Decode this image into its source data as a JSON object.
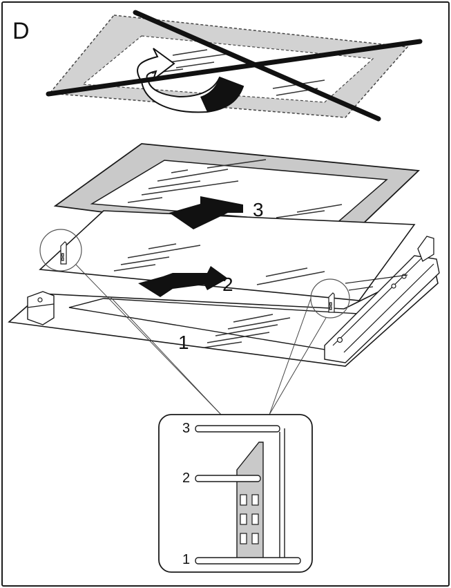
{
  "figure": {
    "panel_letter": "D",
    "callouts": {
      "glass_3": "3",
      "glass_2": "2",
      "glass_1": "1"
    },
    "detail": {
      "slot_3": "3",
      "slot_2": "2",
      "slot_1": "1"
    }
  },
  "colors": {
    "stroke": "#1a1a1a",
    "frame_gray": "#c9c9c9",
    "arrow_black": "#111111",
    "background": "#ffffff"
  },
  "icons": [
    "crossed-out-wrong-orientation-icon",
    "flip-arrow-icon",
    "down-arrow-icon"
  ]
}
